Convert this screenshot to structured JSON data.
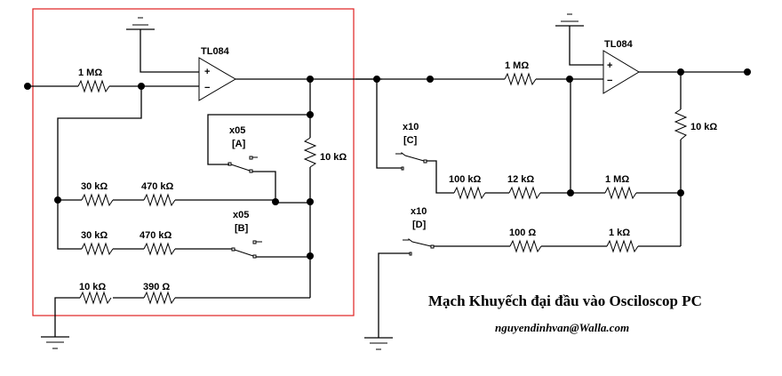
{
  "diagram": {
    "title": "Mạch Khuyếch đại đầu vào Osciloscop PC",
    "author_email": "nguyendinhvan@Walla.com",
    "highlight_color": "#e02020",
    "opamps": [
      {
        "id": "U1",
        "label": "TL084"
      },
      {
        "id": "U2",
        "label": "TL084"
      }
    ],
    "resistors": {
      "r_in1": "1 MΩ",
      "r_fb1": "10 kΩ",
      "r_a1": "30 kΩ",
      "r_a2": "470 kΩ",
      "r_b1": "30 kΩ",
      "r_b2": "470 kΩ",
      "r_g1": "10 kΩ",
      "r_g2": "390 Ω",
      "r_in2": "1 MΩ",
      "r_fb2": "10 kΩ",
      "r_c1": "100 kΩ",
      "r_c2": "12 kΩ",
      "r_c3": "1 MΩ",
      "r_d1": "100 Ω",
      "r_d2": "1 kΩ"
    },
    "switches": {
      "a": {
        "gain": "x05",
        "tag": "[A]"
      },
      "b": {
        "gain": "x05",
        "tag": "[B]"
      },
      "c": {
        "gain": "x10",
        "tag": "[C]"
      },
      "d": {
        "gain": "x10",
        "tag": "[D]"
      }
    },
    "ground_symbol": "−",
    "plus_sign": "+",
    "minus_sign": "−"
  }
}
